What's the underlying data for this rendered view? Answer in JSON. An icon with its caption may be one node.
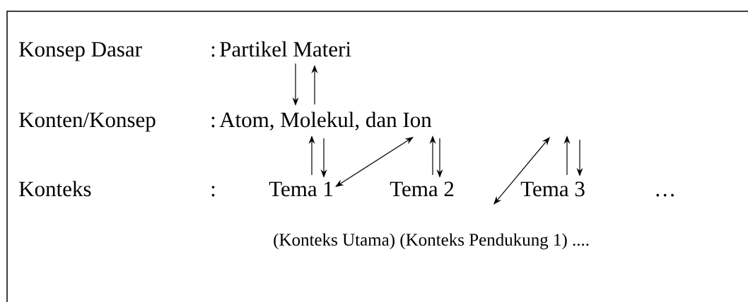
{
  "diagram": {
    "nodes": [
      {
        "text": [
          "Partikel Materi"
        ]
      },
      {
        "text": [
          "Atom, Molekul, dan Ion"
        ]
      },
      {
        "text": [
          "Tema 1"
        ]
      },
      {
        "text": [
          "Tema 2"
        ]
      },
      {
        "text": [
          "Tema 3"
        ]
      }
    ],
    "edges": [
      {
        "from": 0,
        "to": 1,
        "arrow": "to"
      },
      {
        "from": 1,
        "to": 0,
        "arrow": "to"
      },
      {
        "from": 2,
        "to": 1,
        "arrow": "to"
      },
      {
        "from": 1,
        "to": 2,
        "arrow": "to"
      },
      {
        "from": 2,
        "to": 1,
        "arrow": "both"
      },
      {
        "from": 3,
        "to": 1,
        "arrow": "to"
      },
      {
        "from": 1,
        "to": 3,
        "arrow": "to"
      },
      {
        "from": 4,
        "to": null,
        "arrow": "to"
      },
      {
        "from": null,
        "to": 4,
        "arrow": "to"
      }
    ],
    "labels": [
      "Konsep Dasar",
      ":",
      "Konten/Konsep",
      ":",
      "Konteks",
      ":",
      "…",
      "(Konteks Utama) (Konteks Pendukung 1)  ...."
    ]
  }
}
